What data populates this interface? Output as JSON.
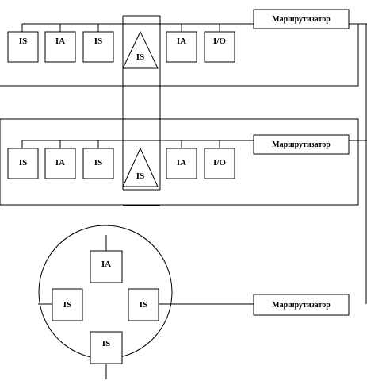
{
  "segment_top": {
    "nodes": [
      "IS",
      "IA",
      "IS",
      "IS",
      "IA",
      "I/O"
    ],
    "router": "Маршрутизатор"
  },
  "segment_middle": {
    "nodes": [
      "IS",
      "IA",
      "IS",
      "IS",
      "IA",
      "I/O"
    ],
    "router": "Маршрутизатор"
  },
  "ring": {
    "nodes": [
      "IA",
      "IS",
      "IS",
      "IS"
    ],
    "router": "Маршрутизатор"
  }
}
